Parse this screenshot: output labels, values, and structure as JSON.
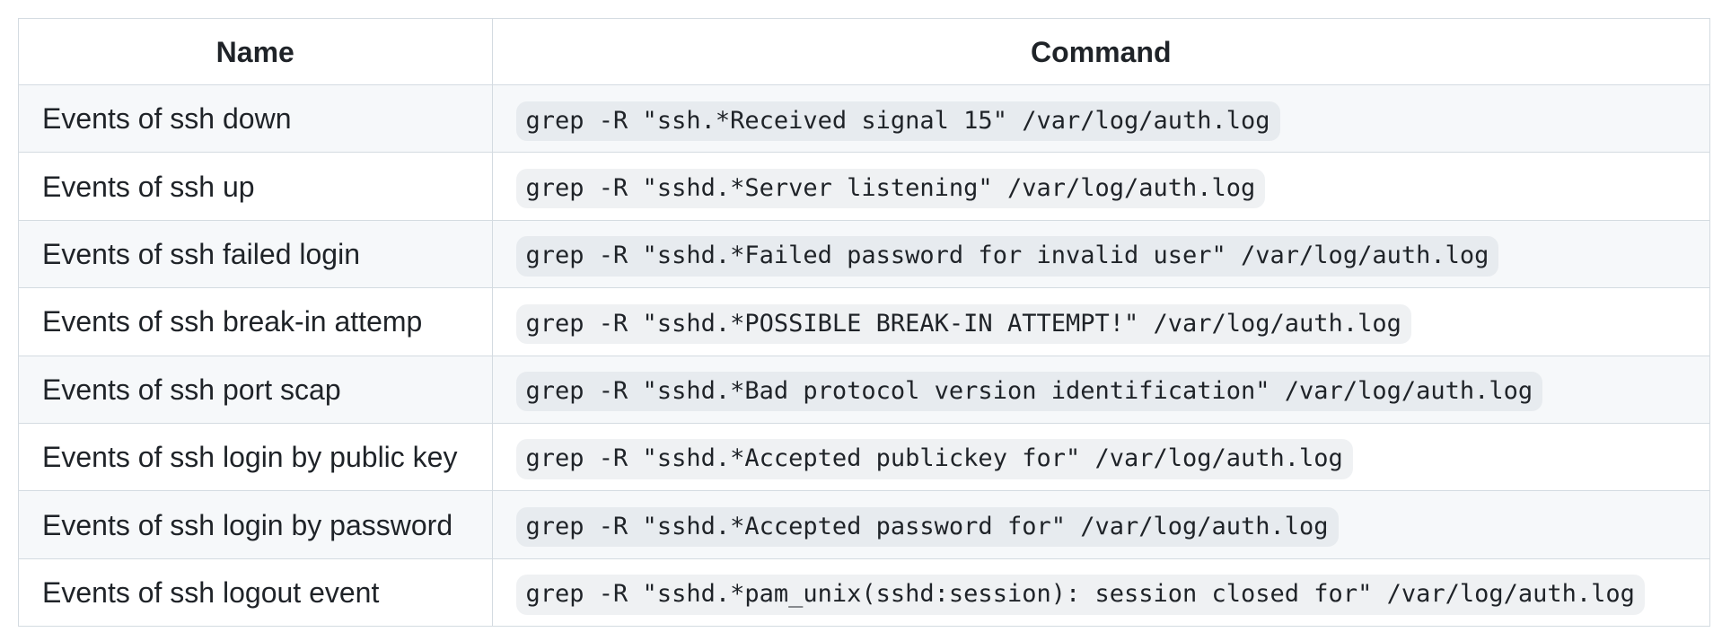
{
  "table": {
    "columns": [
      {
        "label": "Name"
      },
      {
        "label": "Command"
      }
    ],
    "rows": [
      {
        "name": "Events of ssh down",
        "command": "grep -R \"ssh.*Received signal 15\" /var/log/auth.log"
      },
      {
        "name": "Events of ssh up",
        "command": "grep -R \"sshd.*Server listening\" /var/log/auth.log"
      },
      {
        "name": "Events of ssh failed login",
        "command": "grep -R \"sshd.*Failed password for invalid user\" /var/log/auth.log"
      },
      {
        "name": "Events of ssh break-in attemp",
        "command": "grep -R \"sshd.*POSSIBLE BREAK-IN ATTEMPT!\" /var/log/auth.log"
      },
      {
        "name": "Events of ssh port scap",
        "command": "grep -R \"sshd.*Bad protocol version identification\" /var/log/auth.log"
      },
      {
        "name": "Events of ssh login by public key",
        "command": "grep -R \"sshd.*Accepted publickey for\" /var/log/auth.log"
      },
      {
        "name": "Events of ssh login by password",
        "command": "grep -R \"sshd.*Accepted password for\" /var/log/auth.log"
      },
      {
        "name": "Events of ssh logout event",
        "command": "grep -R \"sshd.*pam_unix(sshd:session): session closed for\" /var/log/auth.log"
      }
    ]
  },
  "colors": {
    "page_background": "#ffffff",
    "row_stripe": "#f6f8fa",
    "border": "#d4dbe1",
    "text": "#1f2328",
    "code_chip_background": "rgba(175,184,193,0.2)"
  }
}
